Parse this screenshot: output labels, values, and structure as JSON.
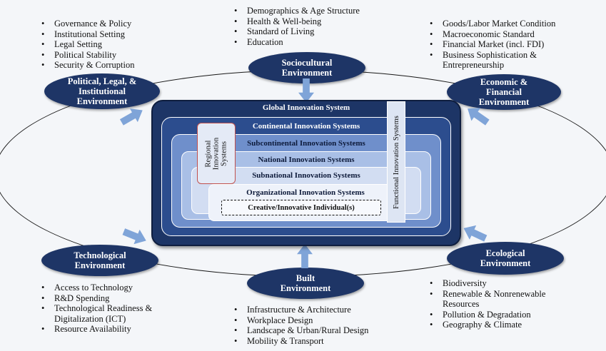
{
  "environments": {
    "sociocultural": {
      "label": "Sociocultural\nEnvironment",
      "items": [
        "Demographics & Age Structure",
        "Health & Well-being",
        "Standard of Living",
        "Education"
      ]
    },
    "political": {
      "label": "Political, Legal, &\nInstitutional\nEnvironment",
      "items": [
        "Governance & Policy",
        "Institutional Setting",
        "Legal Setting",
        "Political Stability",
        "Security & Corruption"
      ]
    },
    "economic": {
      "label": "Economic &\nFinancial\nEnvironment",
      "items": [
        "Goods/Labor Market Condition",
        "Macroeconomic Standard",
        "Financial Market (incl. FDI)",
        "Business Sophistication &",
        "Entrepreneurship"
      ]
    },
    "technological": {
      "label": "Technological\nEnvironment",
      "items": [
        "Access to Technology",
        "R&D Spending",
        "Technological Readiness &",
        "Digitalization (ICT)",
        "Resource Availability"
      ]
    },
    "built": {
      "label": "Built\nEnvironment",
      "items": [
        "Infrastructure & Architecture",
        "Workplace Design",
        "Landscape & Urban/Rural Design",
        "Mobility & Transport"
      ]
    },
    "ecological": {
      "label": "Ecological\nEnvironment",
      "items": [
        "Biodiversity",
        "Renewable & Nonrenewable",
        "Resources",
        "Pollution & Degradation",
        "Geography & Climate"
      ]
    }
  },
  "systems": {
    "global": "Global Innovation System",
    "continental": "Continental Innovation Systems",
    "subcontinental": "Subcontinental Innovation Systems",
    "national": "National Innovation Systems",
    "subnational": "Subnational Innovation Systems",
    "organizational": "Organizational Innovation Systems",
    "individual": "Creative/Innovative Individual(s)",
    "regional": "Regional\nInnovation\nSystems",
    "functional": "Functional Innovation Systems"
  },
  "colors": {
    "navy": "#1e3566",
    "global": "#1d3566",
    "continental": "#2c4d8e",
    "subcontinental": "#6f8fcb",
    "national": "#a9bfe6",
    "subnational": "#d2ddf2",
    "organizational": "#eef2fa",
    "arrow": "#7fa4d8",
    "regional_border": "#c0504d"
  }
}
